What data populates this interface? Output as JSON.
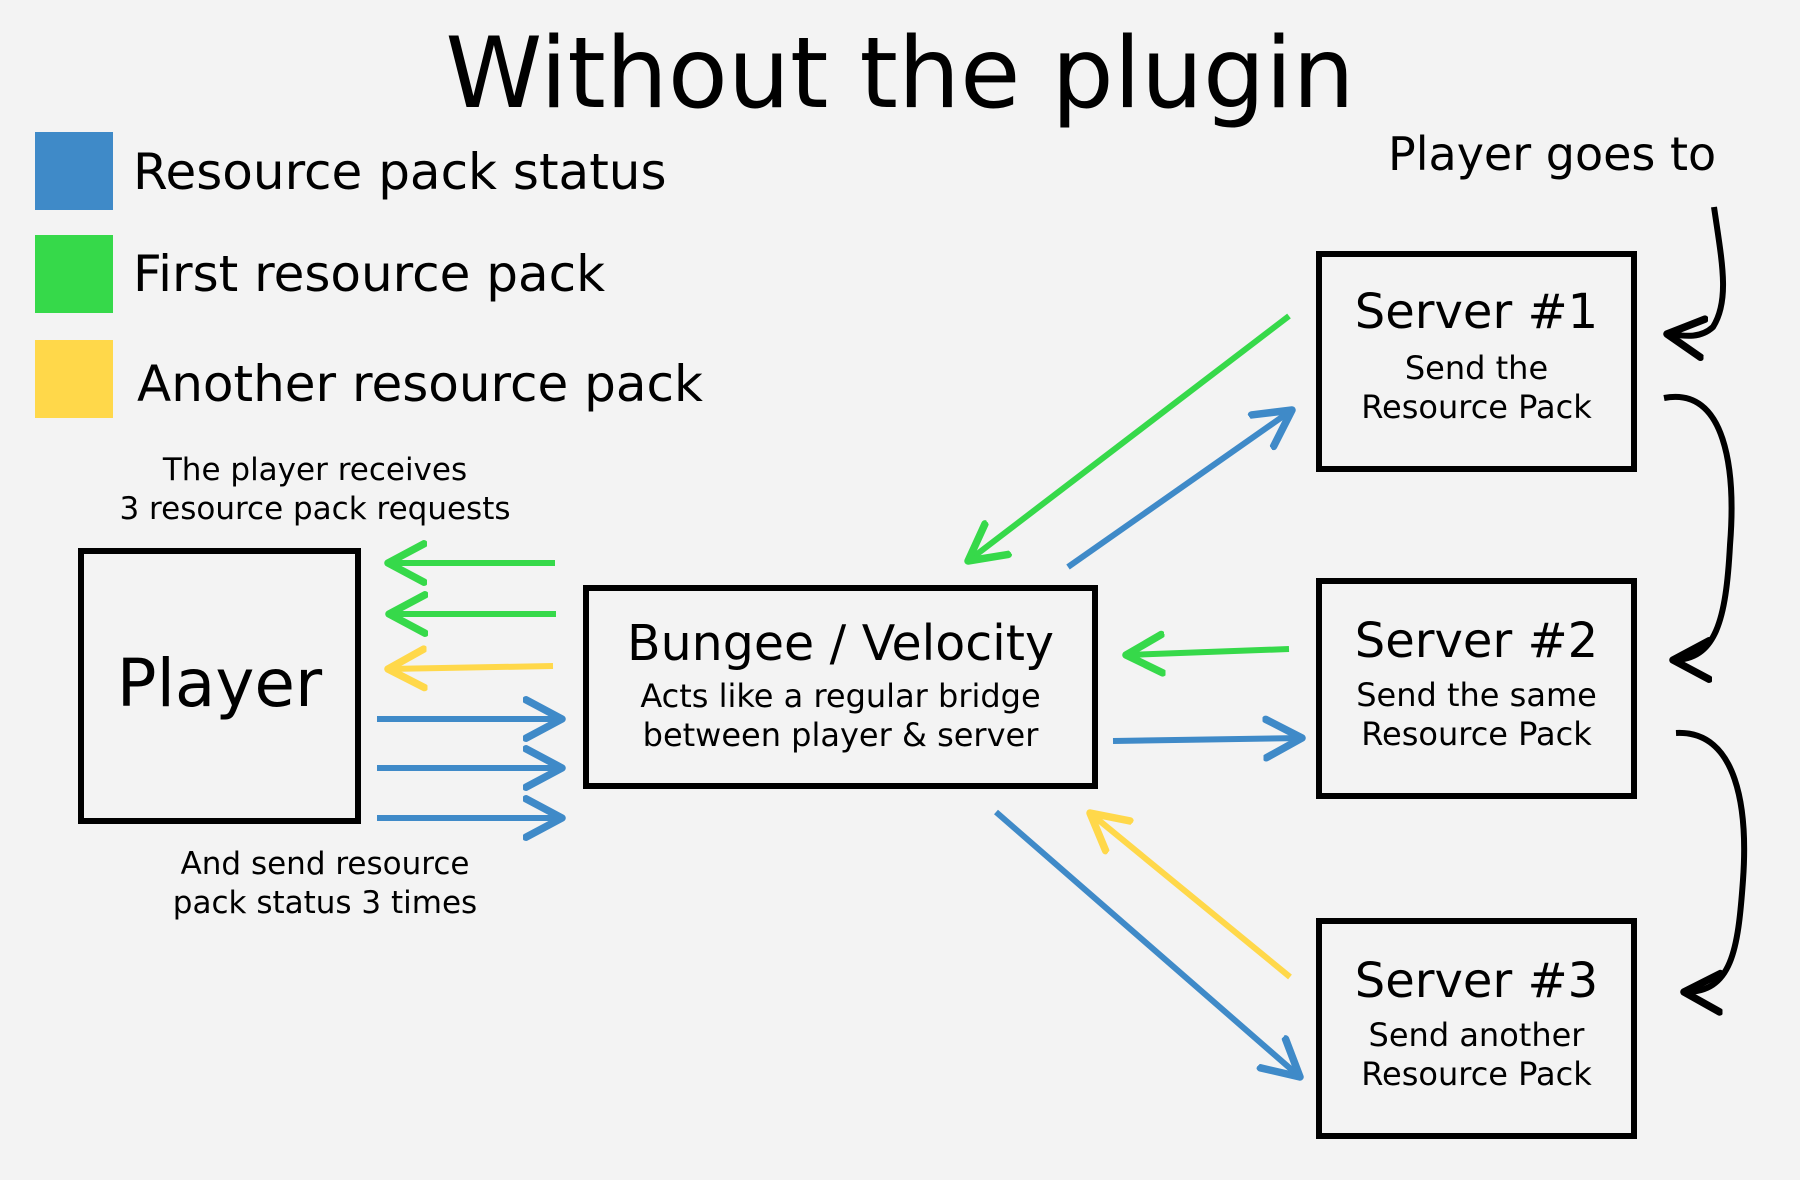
{
  "title": "Without the plugin",
  "colors": {
    "status": "#3f8ac8",
    "first_pack": "#36d94a",
    "another_pack": "#ffd84a",
    "outline": "#000000",
    "background": "#f3f3f3"
  },
  "legend": [
    {
      "label": "Resource pack status",
      "color": "#3f8ac8"
    },
    {
      "label": "First resource pack",
      "color": "#36d94a"
    },
    {
      "label": "Another resource pack",
      "color": "#ffd84a"
    }
  ],
  "captions": {
    "receives": "The player receives\n3 resource pack requests",
    "sends": "And send resource\npack status 3 times"
  },
  "player": {
    "title": "Player"
  },
  "proxy": {
    "title": "Bungee / Velocity",
    "subtitle": "Acts like a regular bridge\nbetween player & server"
  },
  "servers": [
    {
      "title": "Server #1",
      "subtitle": "Send the\nResource Pack"
    },
    {
      "title": "Server #2",
      "subtitle": "Send the same\nResource Pack"
    },
    {
      "title": "Server #3",
      "subtitle": "Send another\nResource Pack"
    }
  ],
  "flow_label": "Player goes to"
}
